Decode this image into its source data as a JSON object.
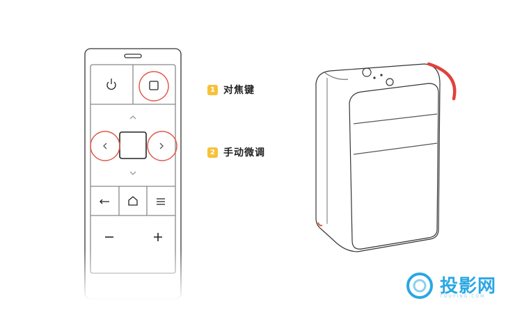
{
  "legend": [
    {
      "number": "1",
      "label": "对焦键"
    },
    {
      "number": "2",
      "label": "手动微调"
    }
  ],
  "watermark": {
    "text": "投影网",
    "sub": "TOUYING.COM"
  },
  "colors": {
    "accent_red": "#e05a4a",
    "badge_yellow": "#f7c23a",
    "watermark_blue": "#2aa7e4"
  },
  "icons": [
    "power-icon",
    "square-icon",
    "chevron-up-icon",
    "chevron-left-icon",
    "chevron-right-icon",
    "chevron-down-icon",
    "back-arrow-icon",
    "home-icon",
    "menu-icon",
    "minus-icon",
    "plus-icon"
  ]
}
